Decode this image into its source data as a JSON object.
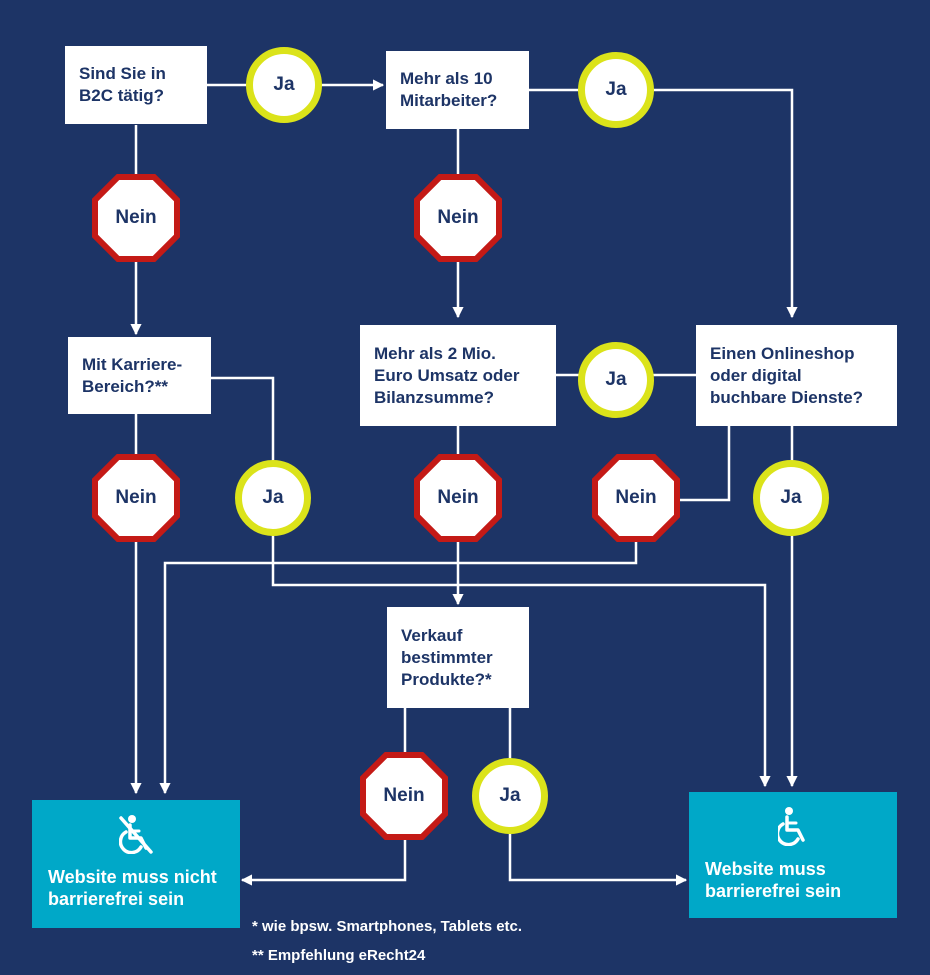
{
  "questions": {
    "b2c": "Sind Sie in\nB2C tätig?",
    "employees": "Mehr als 10\nMitarbeiter?",
    "career": "Mit Karriere-\nBereich?**",
    "revenue": "Mehr als 2 Mio.\nEuro Umsatz oder\nBilanzsumme?",
    "onlineshop": "Einen Onlineshop\noder digital\nbuchbare Dienste?",
    "products": "Verkauf\nbestimmter\nProdukte?*"
  },
  "answers": {
    "yes": "Ja",
    "no": "Nein"
  },
  "results": {
    "not_required": "Website muss nicht\nbarrierefrei sein",
    "required": "Website muss\nbarrierefrei sein"
  },
  "footnotes": {
    "one": "* wie bpsw. Smartphones, Tablets etc.",
    "two": "** Empfehlung eRecht24"
  },
  "icons": {
    "not_required": "wheelchair-crossed-icon",
    "required": "wheelchair-icon"
  },
  "colors": {
    "background": "#1d3466",
    "yes_ring": "#dbe31a",
    "no_ring": "#c41a16",
    "result_box": "#00a8c8"
  }
}
